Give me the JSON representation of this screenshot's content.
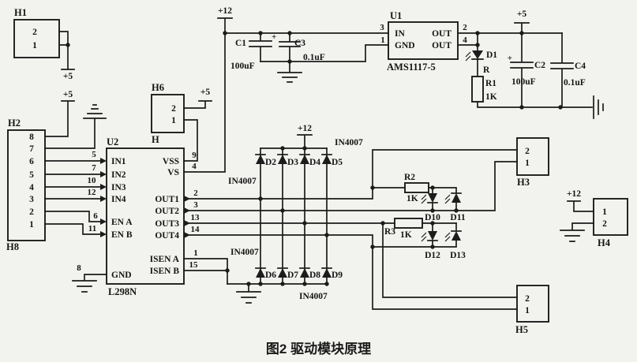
{
  "caption": "图2 驱动模块原理",
  "power": {
    "p5": "+5",
    "p12": "+12"
  },
  "connectors": {
    "h1": {
      "ref": "H1",
      "pin2": "2",
      "pin1": "1"
    },
    "h2": {
      "ref": "H2",
      "alt": "H8",
      "p8": "8",
      "p7": "7",
      "p6": "6",
      "p5": "5",
      "p4": "4",
      "p3": "3",
      "p2": "2",
      "p1": "1"
    },
    "h6": {
      "ref": "H6",
      "alt": "H",
      "pin2": "2",
      "pin1": "1"
    },
    "h3": {
      "ref": "H3",
      "pin2": "2",
      "pin1": "1"
    },
    "h4": {
      "ref": "H4",
      "pin1": "1",
      "pin2": "2"
    },
    "h5": {
      "ref": "H5",
      "pin2": "2",
      "pin1": "1"
    }
  },
  "u1": {
    "ref": "U1",
    "part": "AMS1117-5",
    "in": "IN",
    "gnd": "GND",
    "out": "OUT",
    "n3": "3",
    "n1": "1",
    "n2": "2",
    "n4": "4"
  },
  "u2": {
    "ref": "U2",
    "part": "L298N",
    "in1": "IN1",
    "in2": "IN2",
    "in3": "IN3",
    "in4": "IN4",
    "ena": "EN A",
    "enb": "EN B",
    "gnd": "GND",
    "vss": "VSS",
    "vs": "VS",
    "out1": "OUT1",
    "out2": "OUT2",
    "out3": "OUT3",
    "out4": "OUT4",
    "isena": "ISEN A",
    "isenb": "ISEN B",
    "n_in1": "5",
    "n_in2": "7",
    "n_in3": "10",
    "n_in4": "12",
    "n_ena": "6",
    "n_enb": "11",
    "n_gnd": "8",
    "n_vss": "9",
    "n_vs": "4",
    "n_out1": "2",
    "n_out2": "3",
    "n_out3": "13",
    "n_out4": "14",
    "n_isena": "1",
    "n_isenb": "15"
  },
  "caps": {
    "polarity": "+",
    "c1": {
      "ref": "C1",
      "val": "100uF"
    },
    "c2": {
      "ref": "C2",
      "val": "100uF"
    },
    "c3": {
      "ref": "C3",
      "val": "0.1uF"
    },
    "c4": {
      "ref": "C4",
      "val": "0.1uF"
    }
  },
  "res": {
    "r1": {
      "ref": "R1",
      "val": "1K",
      "extra": "R"
    },
    "r2": {
      "ref": "R2",
      "val": "1K"
    },
    "r3": {
      "ref": "R3",
      "val": "1K"
    }
  },
  "diodes": {
    "part": "IN4007",
    "d1": "D1",
    "d2": "D2",
    "d3": "D3",
    "d4": "D4",
    "d5": "D5",
    "d6": "D6",
    "d7": "D7",
    "d8": "D8",
    "d9": "D9",
    "d10": "D10",
    "d11": "D11",
    "d12": "D12",
    "d13": "D13"
  }
}
